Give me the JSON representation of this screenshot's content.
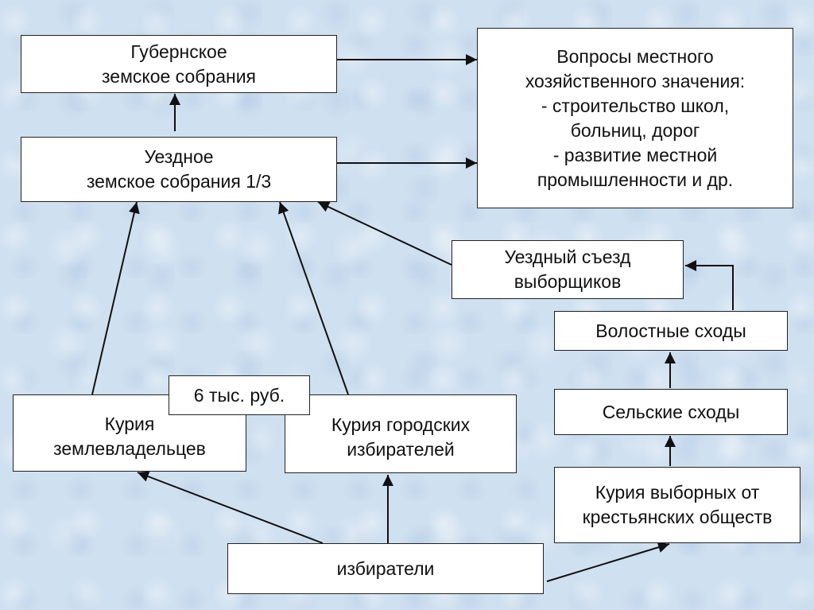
{
  "nodes": {
    "gubernskoe": "Губернское\nземское собрания",
    "uezdnoe": "Уездное\nземское собрания 1/3",
    "voprosy": "Вопросы местного\nхозяйственного значения:\n- строительство школ,\nбольниц, дорог\n- развитие местной\nпромышленности и др.",
    "uezdny_sezd": "Уездный съезд\nвыборщиков",
    "volostnye": "Волостные сходы",
    "selskie": "Сельские сходы",
    "kuriya_zemlevladeltsev": "Курия\nземлевладельцев",
    "six_tys": "6 тыс. руб.",
    "kuriya_gorodskih": "Курия городских\nизбирателей",
    "kuriya_vybornyh": "Курия выборных от\nкрестьянских обществ",
    "izbirateli": "избиратели"
  }
}
